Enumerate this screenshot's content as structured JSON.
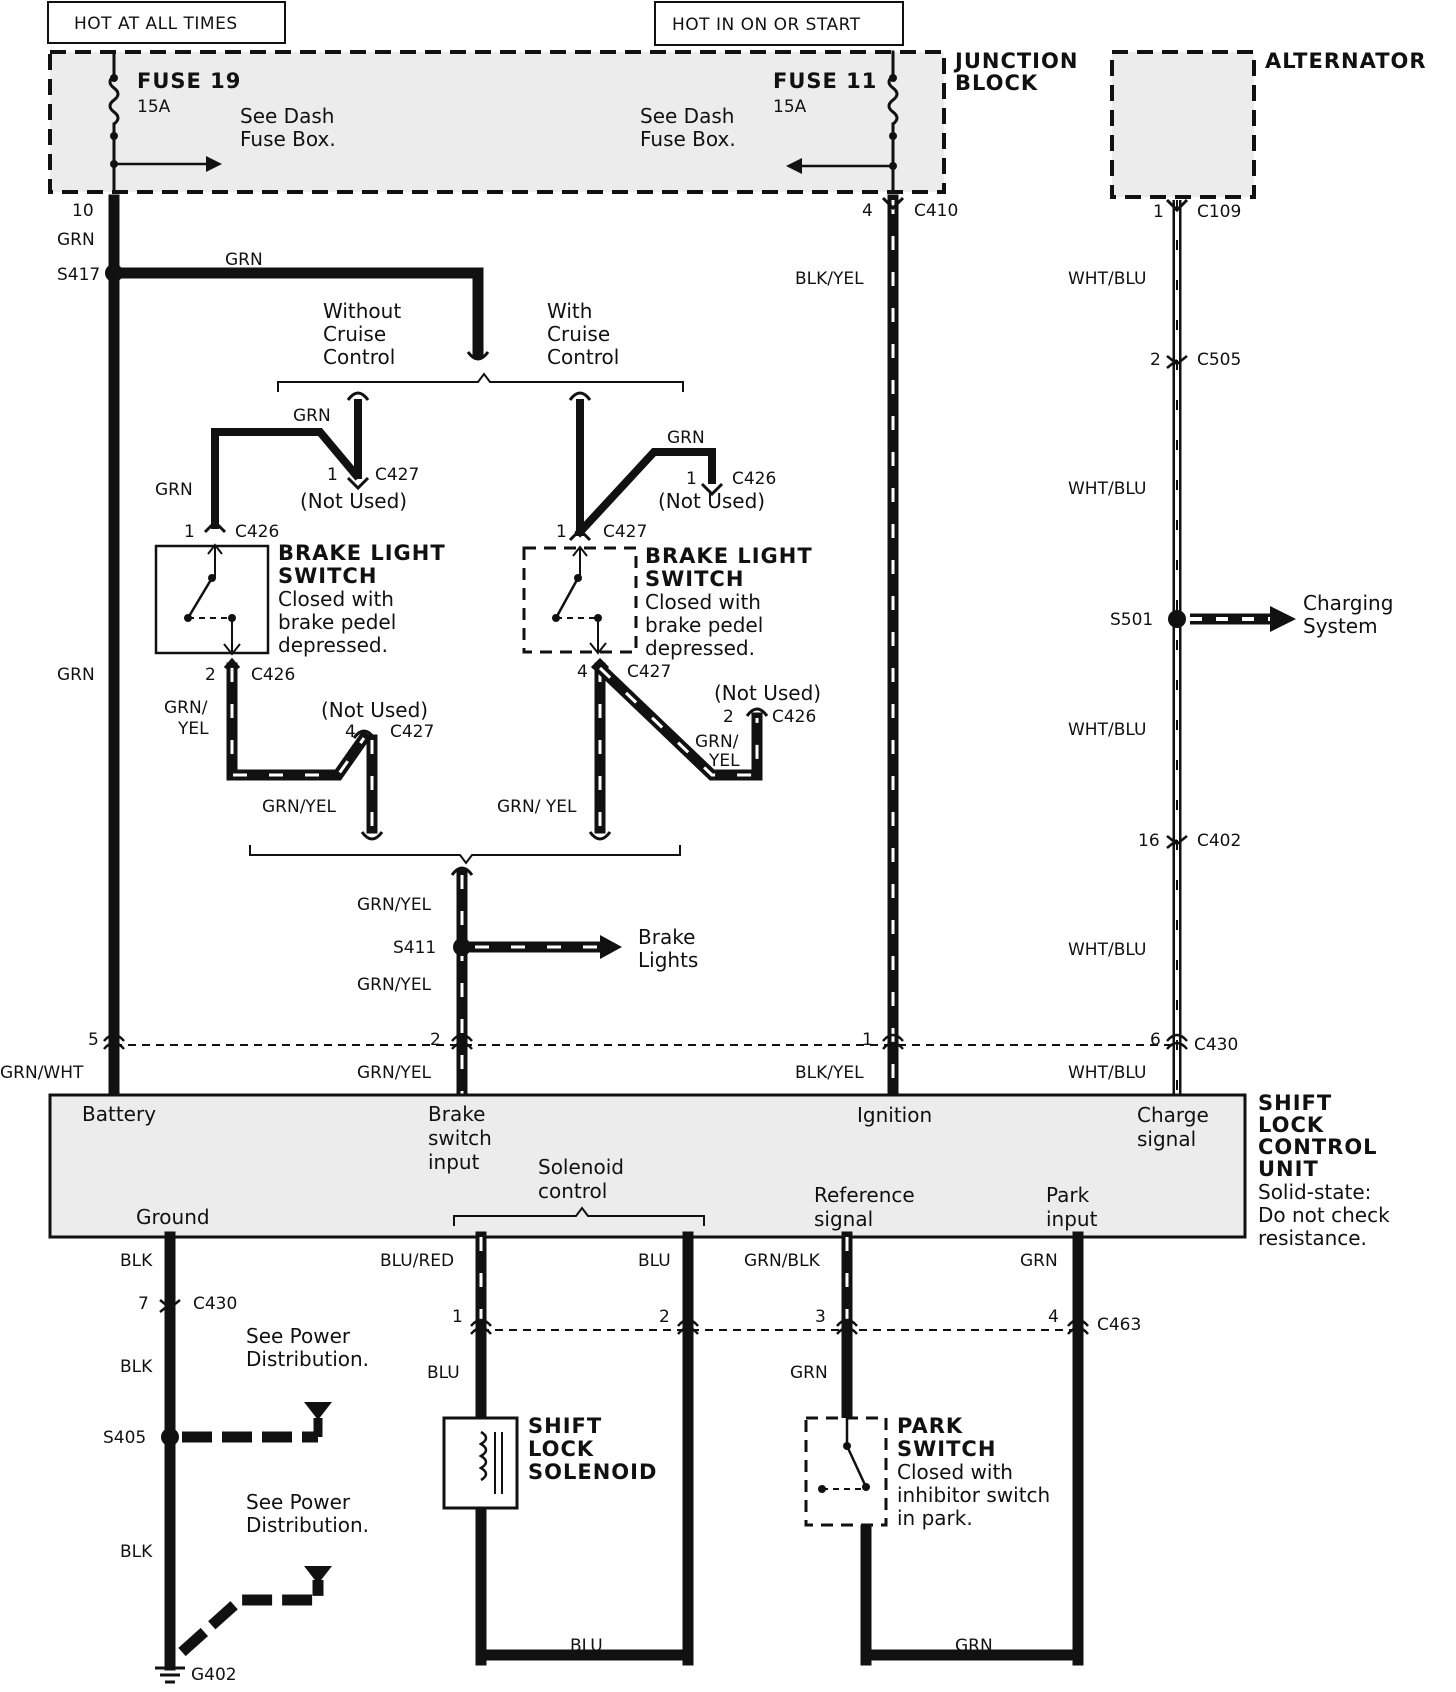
{
  "top": {
    "hot_at_all_times": "HOT AT ALL TIMES",
    "hot_in_on_or_start": "HOT IN ON OR START",
    "junction_block": [
      "JUNCTION",
      "BLOCK"
    ],
    "alternator": "ALTERNATOR",
    "fuse19": {
      "name": "FUSE 19",
      "rating": "15A",
      "note": [
        "See Dash",
        "Fuse Box."
      ]
    },
    "fuse11": {
      "name": "FUSE 11",
      "rating": "15A",
      "note": [
        "See Dash",
        "Fuse Box."
      ]
    }
  },
  "connectors": {
    "jb_left_pin": "10",
    "jb_right_pin": "4",
    "c410": "C410",
    "alt_pin": "1",
    "c109": "C109",
    "c505_pin": "2",
    "c505": "C505",
    "c402_pin": "16",
    "c402": "C402",
    "c430_pins": [
      "5",
      "2",
      "1",
      "6"
    ],
    "c430": "C430",
    "c430_bottom_pin": "7",
    "c463_pins": [
      "1",
      "2",
      "3",
      "4"
    ],
    "c463": "C463",
    "c427": "C427",
    "c426": "C426",
    "pin1": "1",
    "pin2": "2",
    "pin4": "4"
  },
  "splices": {
    "s417": "S417",
    "s501": "S501",
    "s411": "S411",
    "s405": "S405",
    "g402": "G402"
  },
  "wires": {
    "grn": "GRN",
    "blk_yel": "BLK/YEL",
    "wht_blu": "WHT/BLU",
    "grn_yel_stack": [
      "GRN/",
      "YEL"
    ],
    "grn_yel": "GRN/YEL",
    "grn_yel_spaced": "GRN/ YEL",
    "grn_wht": "GRN/WHT",
    "blk": "BLK",
    "blu_red": "BLU/RED",
    "blu": "BLU",
    "grn_blk": "GRN/BLK"
  },
  "variants": {
    "without": [
      "Without",
      "Cruise",
      "Control"
    ],
    "with": [
      "With",
      "Cruise",
      "Control"
    ],
    "not_used": "(Not Used)"
  },
  "switches": {
    "brake_light_switch": [
      "BRAKE LIGHT",
      "SWITCH"
    ],
    "brake_light_desc": [
      "Closed with",
      "brake pedel",
      "depressed."
    ],
    "park_switch": [
      "PARK",
      "SWITCH"
    ],
    "park_desc": [
      "Closed with",
      "inhibitor switch",
      "in park."
    ],
    "solenoid": [
      "SHIFT",
      "LOCK",
      "SOLENOID"
    ]
  },
  "destinations": {
    "charging": [
      "Charging",
      "System"
    ],
    "brake_lights": [
      "Brake",
      "Lights"
    ],
    "power_dist": [
      "See Power",
      "Distribution."
    ]
  },
  "control_unit": {
    "title": [
      "SHIFT",
      "LOCK",
      "CONTROL",
      "UNIT"
    ],
    "desc": [
      "Solid-state:",
      "Do not check",
      "resistance."
    ],
    "battery": "Battery",
    "brake_switch_input": [
      "Brake",
      "switch",
      "input"
    ],
    "ignition": "Ignition",
    "charge_signal": [
      "Charge",
      "signal"
    ],
    "ground": "Ground",
    "solenoid_control": [
      "Solenoid",
      "control"
    ],
    "reference_signal": [
      "Reference",
      "signal"
    ],
    "park_input": [
      "Park",
      "input"
    ]
  }
}
